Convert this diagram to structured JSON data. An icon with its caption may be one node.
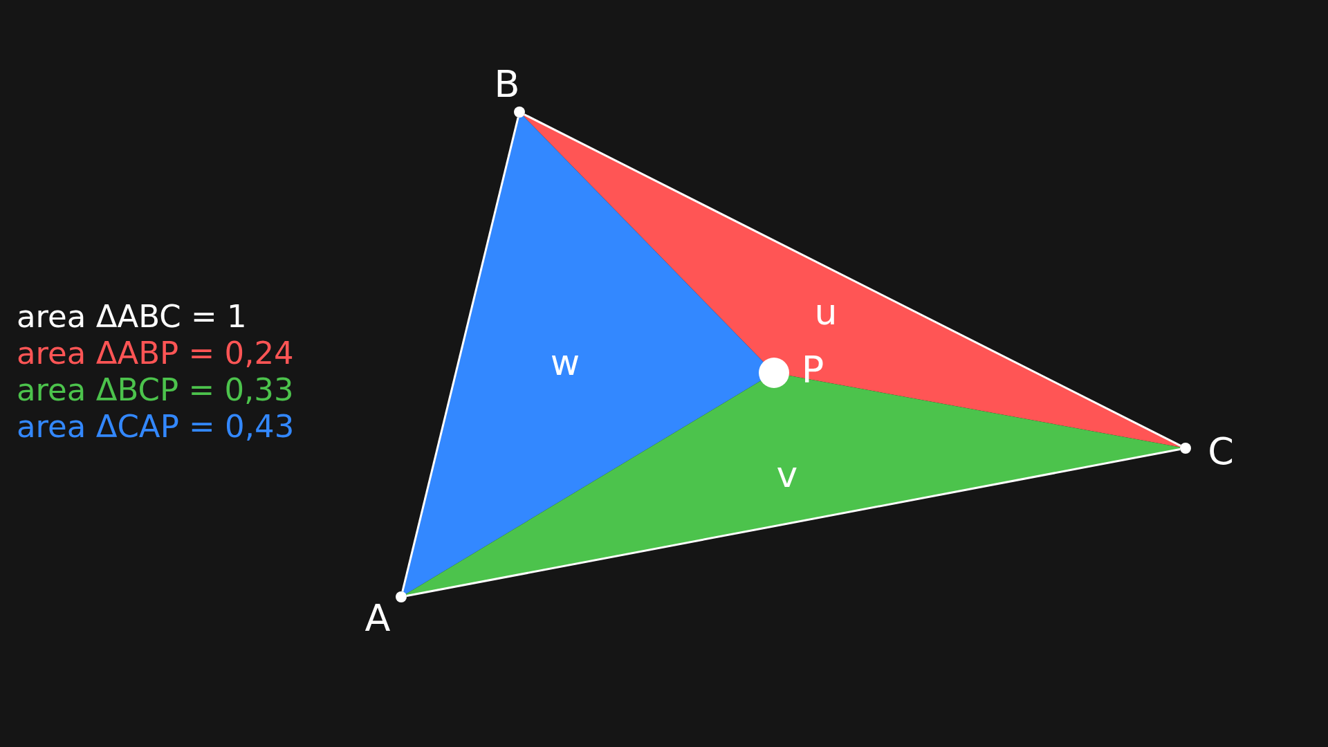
{
  "diagram": {
    "nodes": [
      {
        "text": [],
        "shape": "circle",
        "beside": [
          "B"
        ]
      },
      {
        "text": [],
        "shape": "circle",
        "beside": [
          "C"
        ]
      },
      {
        "text": [],
        "shape": "circle",
        "beside": [
          "A"
        ]
      },
      {
        "text": [],
        "shape": "circle",
        "beside": [
          "P"
        ]
      },
      {
        "text": [
          "u"
        ]
      },
      {
        "text": [
          "w"
        ]
      },
      {
        "text": [
          "v"
        ]
      }
    ],
    "edges": [
      {
        "from": 2,
        "to": 0,
        "arrow": "none"
      },
      {
        "from": 0,
        "to": 1,
        "arrow": "none"
      },
      {
        "from": 1,
        "to": 2,
        "arrow": "none"
      }
    ],
    "labels": [
      "area ΔABC = 1",
      "area ΔABP = 0,24",
      "area ΔBCP = 0,33",
      "area ΔCAP = 0,43"
    ]
  }
}
